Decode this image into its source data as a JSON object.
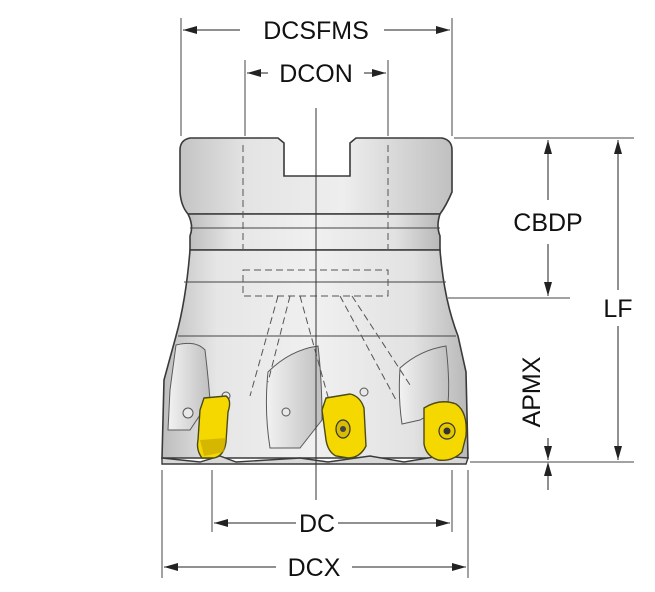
{
  "diagram": {
    "labels": {
      "dcsfms": "DCSFMS",
      "dcon": "DCON",
      "cbdp": "CBDP",
      "lf": "LF",
      "apmx": "APMX",
      "dc": "DC",
      "dcx": "DCX"
    },
    "colors": {
      "body_light": "#ececec",
      "body_mid": "#d4d4d4",
      "body_dark": "#b3b3b3",
      "insert_yellow": "#f5d800",
      "insert_shadow": "#c9a900",
      "line": "#222222"
    },
    "icons": {
      "screw": "torx-screw-icon"
    }
  }
}
